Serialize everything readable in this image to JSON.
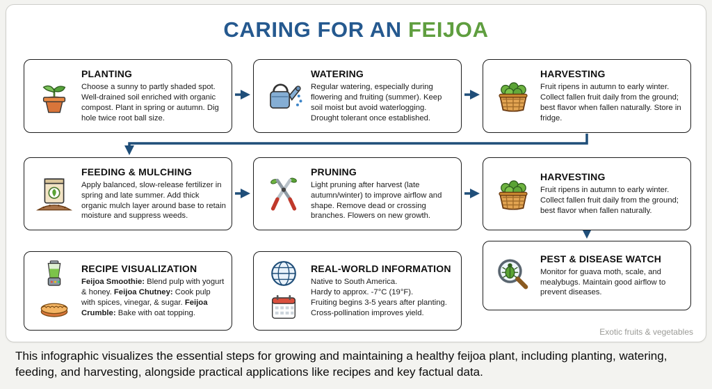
{
  "title": {
    "prefix": "CARING FOR AN",
    "highlight": "FEIJOA"
  },
  "cards": [
    {
      "title": "PLANTING",
      "body": "Choose a sunny to partly shaded spot. Well-drained soil enriched with organic compost. Plant in spring or autumn. Dig hole twice root ball size."
    },
    {
      "title": "WATERING",
      "body": "Regular watering, especially during flowering and fruiting (summer). Keep soil moist but avoid waterlogging. Drought tolerant once established."
    },
    {
      "title": "HARVESTING",
      "body": "Fruit ripens in autumn to early winter. Collect fallen fruit daily from the ground; best flavor when fallen naturally. Store in fridge."
    },
    {
      "title": "FEEDING & MULCHING",
      "body": "Apply balanced, slow-release fertilizer in spring and late summer. Add thick organic mulch layer around base to retain moisture and suppress weeds."
    },
    {
      "title": "PRUNING",
      "body": "Light pruning after harvest (late autumn/winter) to improve airflow and shape. Remove dead or crossing branches. Flowers on new growth."
    },
    {
      "title": "HARVESTING",
      "body": "Fruit ripens in autumn to early winter. Collect fallen fruit daily from the ground; best flavor when fallen naturally."
    },
    {
      "title": "RECIPE VISUALIZATION",
      "lines": [
        {
          "label": "Feijoa Smoothie:",
          "text": " Blend pulp with yogurt & honey. "
        },
        {
          "label": "Feijoa Chutney:",
          "text": " Cook pulp with spices, vinegar, & sugar. "
        },
        {
          "label": "Feijoa Crumble:",
          "text": " Bake with oat topping."
        }
      ]
    },
    {
      "title": "REAL-WORLD INFORMATION",
      "body": "Native to South America.\nHardy to approx. -7°C (19°F).\nFruiting begins 3-5 years after planting.\nCross-pollination improves yield."
    },
    {
      "title": "PEST & DISEASE WATCH",
      "body": "Monitor for guava moth, scale, and mealybugs. Maintain good airflow to prevent diseases."
    }
  ],
  "watermark": "Exotic fruits & vegetables",
  "caption": "This infographic visualizes the essential steps for growing and maintaining a healthy feijoa plant, including planting, watering, feeding, and harvesting, alongside practical applications like recipes and key factual data.",
  "colors": {
    "title_blue": "#25598f",
    "title_green": "#5f9e3f",
    "arrow": "#1f4e79"
  }
}
